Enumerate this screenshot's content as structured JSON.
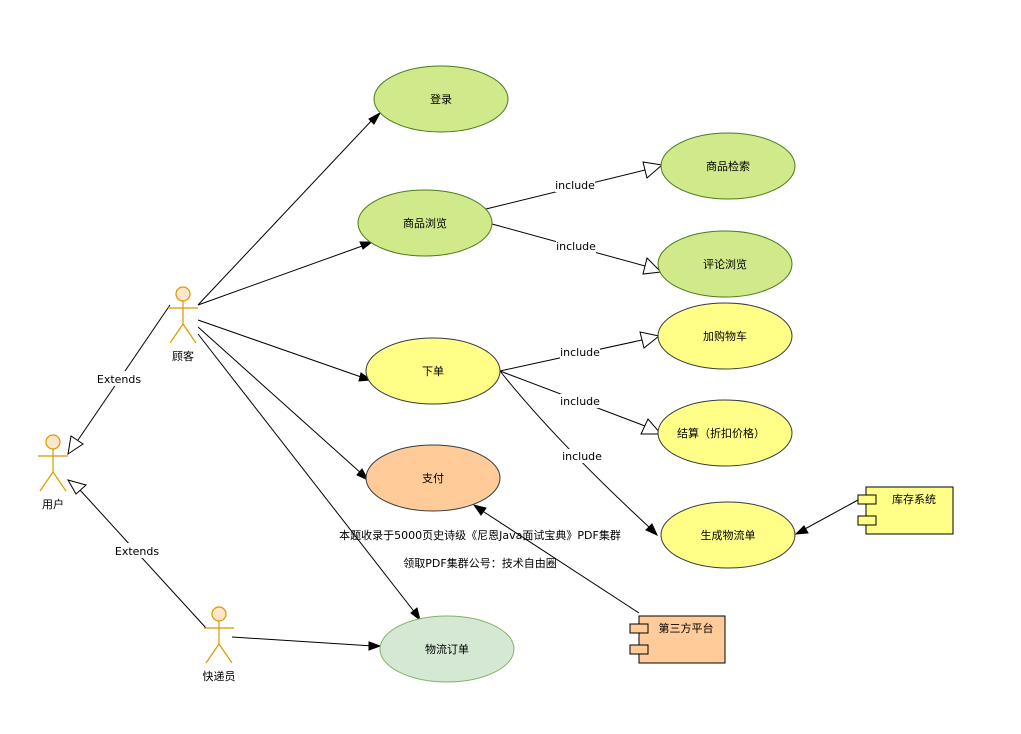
{
  "actors": {
    "customer": "顾客",
    "user": "用户",
    "courier": "快递员"
  },
  "use_cases": {
    "login": "登录",
    "browse": "商品浏览",
    "search": "商品检索",
    "review": "评论浏览",
    "order": "下单",
    "add_cart": "加购物车",
    "checkout": "结算（折扣价格）",
    "logistics_order": "生成物流单",
    "pay": "支付",
    "delivery": "物流订单"
  },
  "components": {
    "inventory": "库存系统",
    "third_party": "第三方平台"
  },
  "edge_labels": {
    "extends_customer": "Extends",
    "extends_courier": "Extends",
    "include_search": "include",
    "include_review": "include",
    "include_cart": "include",
    "include_checkout": "include",
    "include_logistics": "include"
  },
  "watermark": {
    "line1": "本题收录于5000页史诗级《尼恩Java面试宝典》PDF集群",
    "line2": "领取PDF集群公号：技术自由圈"
  },
  "colors": {
    "green_fill": "#d0e98a",
    "green_stroke": "#4d7a1a",
    "yellow_fill": "#ffff88",
    "yellow_stroke": "#36393d",
    "orange_fill": "#ffcc99",
    "orange_stroke": "#36393d",
    "pale_green_fill": "#d5e8d4",
    "pale_green_stroke": "#82b366",
    "actor_stroke": "#d79b00",
    "actor_fill": "#ffe6cc"
  }
}
